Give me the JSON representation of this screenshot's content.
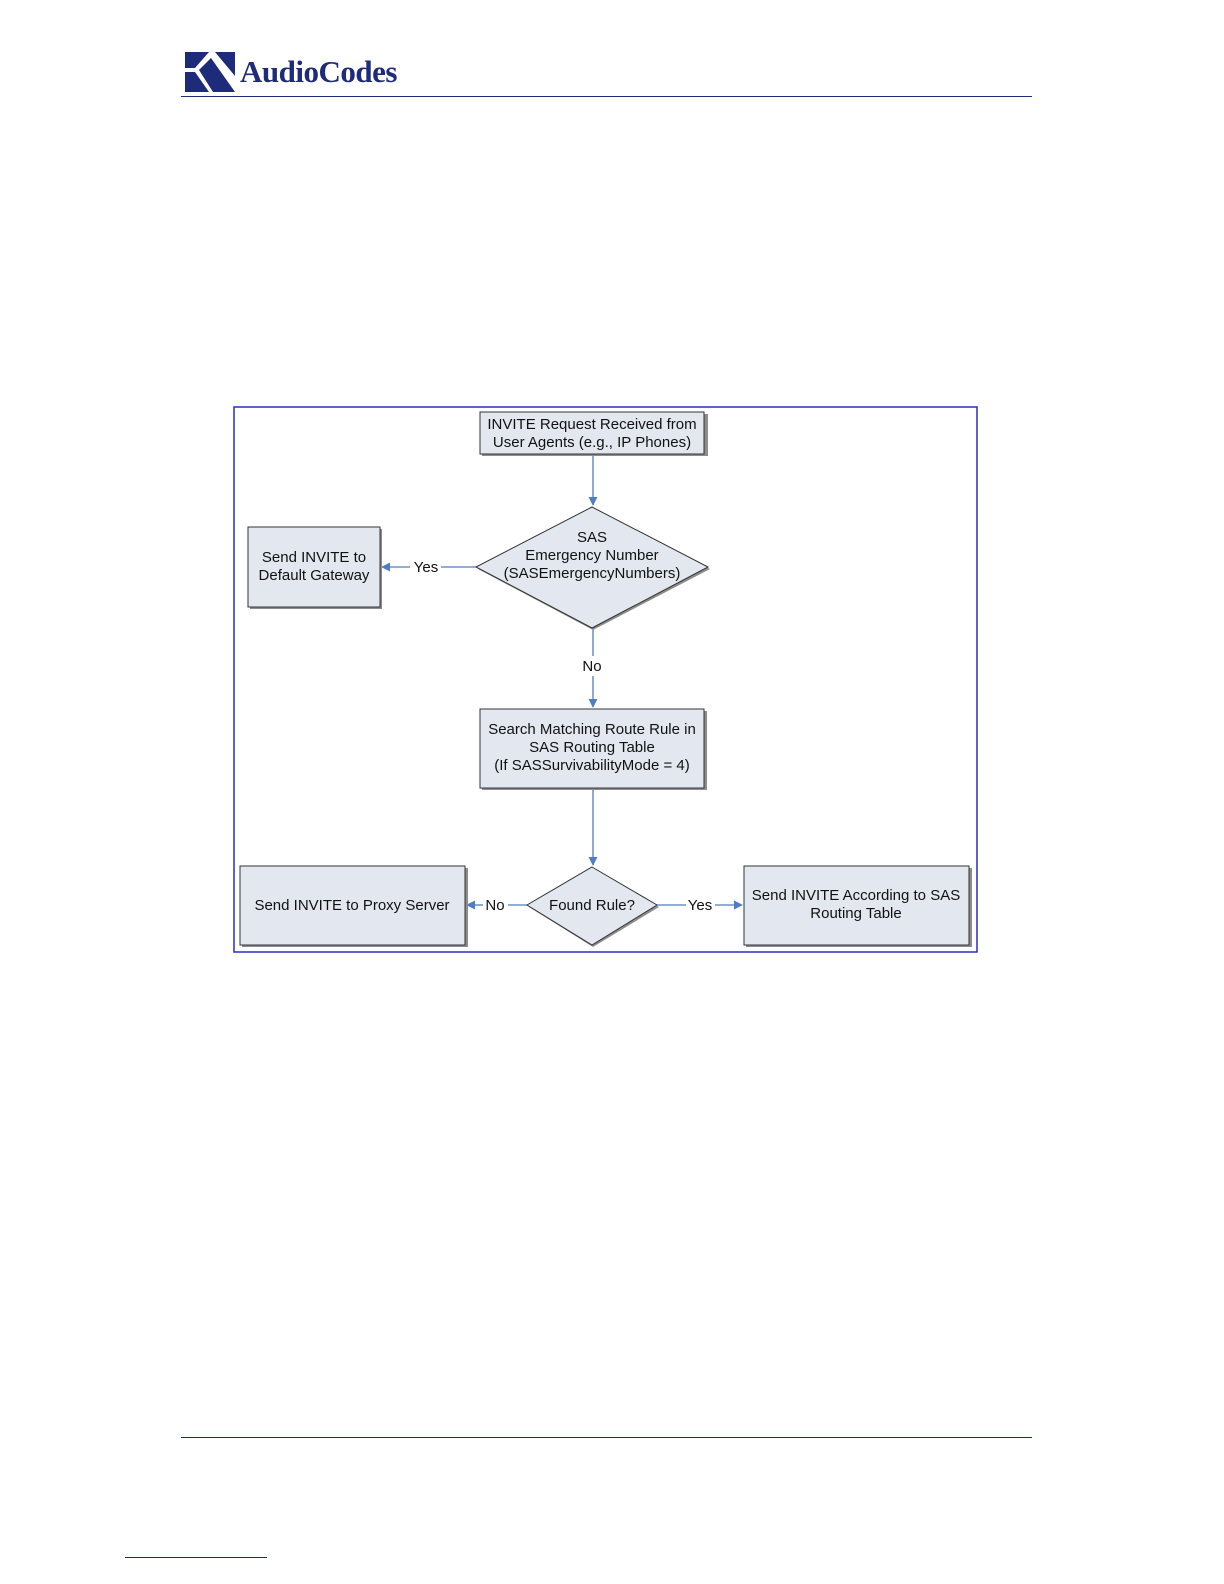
{
  "header": {
    "brand": "AudioCodes"
  },
  "diagram": {
    "nodes": {
      "start": [
        "INVITE Request Received from",
        "User Agents (e.g., IP Phones)"
      ],
      "emergency_decision": [
        "SAS",
        "Emergency Number",
        "(SASEmergencyNumbers)"
      ],
      "default_gateway": [
        "Send INVITE to",
        "Default Gateway"
      ],
      "search_rule": [
        "Search Matching Route Rule in",
        "SAS Routing Table",
        "(If SASSurvivabilityMode = 4)"
      ],
      "found_decision": [
        "Found Rule?"
      ],
      "proxy_server": [
        "Send INVITE to Proxy Server"
      ],
      "routing_table": [
        "Send INVITE According to SAS",
        "Routing Table"
      ]
    },
    "edge_labels": {
      "emergency_yes": "Yes",
      "emergency_no": "No",
      "found_no": "No",
      "found_yes": "Yes"
    },
    "colors": {
      "border": "#2b2bc4",
      "box_fill": "#e3e8f0",
      "arrow": "#4f7cc4"
    }
  }
}
